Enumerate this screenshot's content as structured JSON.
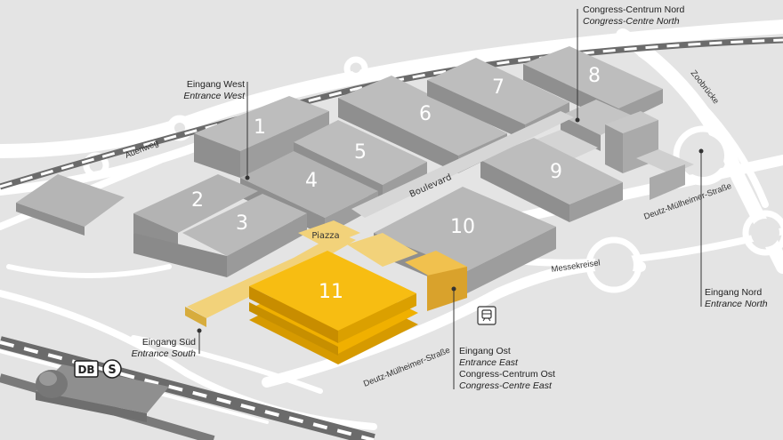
{
  "halls": [
    {
      "number": "1"
    },
    {
      "number": "2"
    },
    {
      "number": "3"
    },
    {
      "number": "4"
    },
    {
      "number": "5"
    },
    {
      "number": "6"
    },
    {
      "number": "7"
    },
    {
      "number": "8"
    },
    {
      "number": "9"
    },
    {
      "number": "10"
    },
    {
      "number": "11",
      "color": "#f5b800"
    }
  ],
  "areas": {
    "piazza": "Piazza",
    "boulevard": "Boulevard"
  },
  "roads": {
    "auenweg": "Auenweg",
    "zoobruecke": "Zoobrücke",
    "deutz_muelheimer_east": "Deutz-Mülheimer-Straße",
    "deutz_muelheimer_south": "Deutz-Mülheimer-Straße",
    "messekreisel": "Messekreisel"
  },
  "entrances": {
    "west": {
      "de": "Eingang West",
      "en": "Entrance West"
    },
    "sued": {
      "de": "Eingang Süd",
      "en": "Entrance South"
    },
    "ost": {
      "de": "Eingang Ost",
      "en": "Entrance East",
      "de2": "Congress-Centrum Ost",
      "en2": "Congress-Centre East"
    },
    "nord": {
      "de": "Eingang Nord",
      "en": "Entrance North"
    },
    "cc_nord": {
      "de": "Congress-Centrum Nord",
      "en": "Congress-Centre North"
    }
  },
  "station": {
    "db": "DB",
    "sbahn": "S"
  },
  "icons": {
    "tram": "tram-icon",
    "sbahn": "s-bahn-icon",
    "db": "db-logo"
  },
  "colors": {
    "hall": "#a8a8a8",
    "highlight": "#f5b800",
    "road": "#ffffff",
    "ground": "#e4e4e4"
  }
}
